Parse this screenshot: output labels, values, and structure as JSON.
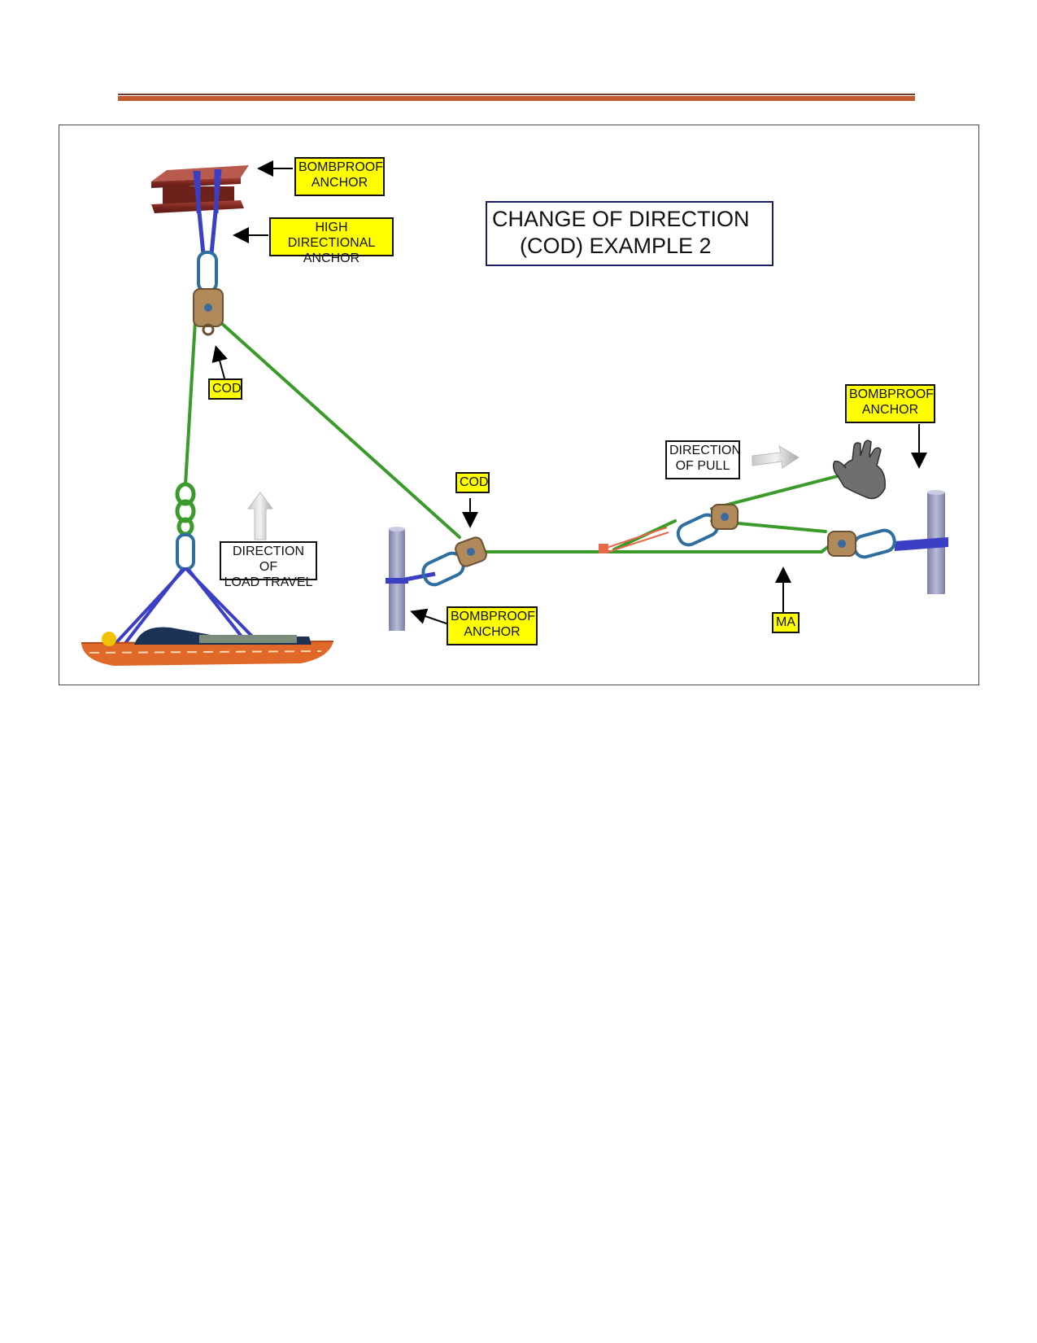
{
  "title": {
    "line1": "CHANGE OF DIRECTION",
    "line2": "(COD) EXAMPLE 2"
  },
  "labels": {
    "bombproof_anchor_top": "BOMBPROOF\nANCHOR",
    "high_directional_anchor": "HIGH DIRECTIONAL\nANCHOR",
    "cod_upper": "COD",
    "cod_lower": "COD",
    "bombproof_anchor_right": "BOMBPROOF\nANCHOR",
    "bombproof_anchor_bottom": "BOMBPROOF\nANCHOR",
    "ma": "MA",
    "direction_of_pull": "DIRECTION\nOF PULL",
    "direction_of_load_travel": "DIRECTION OF\nLOAD TRAVEL"
  },
  "colors": {
    "rope": "#3a9a2a",
    "webbing": "#3b3fc4",
    "label_fill": "#ffff00",
    "beam": "#8a2a22",
    "post": "#8e92b8",
    "litter": "#e0692a",
    "title_border": "#1b1f6b"
  }
}
